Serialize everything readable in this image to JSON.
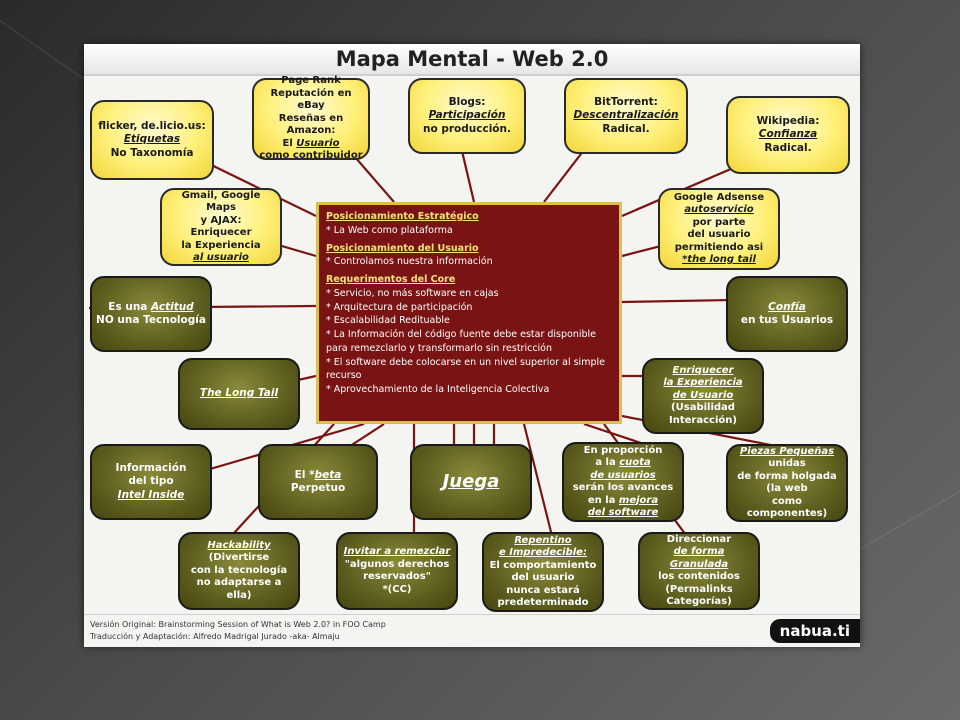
{
  "title": "Mapa Mental - Web 2.0",
  "center": {
    "sections": [
      {
        "heading": "Posicionamiento Estratégico",
        "items": [
          "* La Web como plataforma"
        ]
      },
      {
        "heading": "Posicionamiento del Usuario",
        "items": [
          "* Controlamos nuestra información"
        ]
      },
      {
        "heading": "Requerimentos del Core",
        "items": [
          "* Servicio, no más software en cajas",
          "* Arquitectura de participación",
          "* Escalabilidad Redituable",
          "* La Información del código fuente debe estar disponible para remezclarlo y transformarlo sin restricción",
          "* El software debe colocarse en un nivel superior al simple recurso",
          "* Aprovechamiento de la Inteligencia Colectiva"
        ]
      }
    ]
  },
  "nodes": {
    "flickr": {
      "t1": "flicker, de.licio.us:",
      "t2": "Etiquetas",
      "t3": "No Taxonomía"
    },
    "pagerank": {
      "t1": "Page Rank",
      "t2": "Reputación en eBay",
      "t3": "Reseñas en Amazon:",
      "t4": "El",
      "t5": "Usuario",
      "t6": "como contribuidor"
    },
    "blogs": {
      "t1": "Blogs:",
      "t2": "Participación",
      "t3": "no producción."
    },
    "bittorrent": {
      "t1": "BitTorrent:",
      "t2": "Descentralización",
      "t3": "Radical."
    },
    "wikipedia": {
      "t1": "Wikipedia:",
      "t2": "Confianza",
      "t3": "Radical."
    },
    "gmail": {
      "t1": "Gmail, Google Maps",
      "t2": "y AJAX:",
      "t3": "Enriquecer",
      "t4": "la Experiencia",
      "t5": "al usuario"
    },
    "adsense": {
      "t1": "Google Adsense",
      "t2": "autoservicio",
      "t3": "por parte",
      "t4": "del usuario",
      "t5": "permitiendo asi",
      "t6": "*the long tail"
    },
    "actitud": {
      "t1": "Es una",
      "t2": "Actitud",
      "t3": "NO una Tecnología"
    },
    "confia": {
      "t1": "Confía",
      "t2": "en tus Usuarios"
    },
    "longtail": {
      "t1": "The Long Tail"
    },
    "enriquecer": {
      "t1": "Enriquecer",
      "t2": "la Experiencia",
      "t3": "de Usuario",
      "t4": "(Usabilidad",
      "t5": "Interacción)"
    },
    "intel": {
      "t1": "Información",
      "t2": "del tipo",
      "t3": "Intel Inside"
    },
    "beta": {
      "t1": "El *",
      "t2": "beta",
      "t3": "Perpetuo"
    },
    "juega": {
      "t1": "Juega"
    },
    "cuota": {
      "t1": "En proporción",
      "t2": "a la",
      "t3": "cuota",
      "t4": "de usuarios",
      "t5": "serán los avances",
      "t6": "en la",
      "t7": "mejora",
      "t8": "del software"
    },
    "piezas": {
      "t1": "Piezas Pequeñas",
      "t2": "unidas",
      "t3": "de forma holgada",
      "t4": "(la web",
      "t5": "como componentes)"
    },
    "hack": {
      "t1": "Hackability",
      "t2": "(Divertirse",
      "t3": "con la tecnología",
      "t4": "no adaptarse a ella)"
    },
    "invitar": {
      "t1": "Invitar a remezclar",
      "t2": "\"algunos derechos",
      "t3": "reservados\"",
      "t4": "*(CC)"
    },
    "repentino": {
      "t1": "Repentino",
      "t2": "e Impredecible:",
      "t3": "El comportamiento",
      "t4": "del usuario",
      "t5": "nunca estará",
      "t6": "predeterminado"
    },
    "direccionar": {
      "t1": "Direccionar",
      "t2": "de forma Granulada",
      "t3": "los contenidos",
      "t4": "(Permalinks",
      "t5": "Categorías)"
    }
  },
  "footer": {
    "line1": "Versión Original: Brainstorming Session of What is Web 2.0? in FOO Camp",
    "line2": "Traducción y Adaptación: Alfredo Madrigal Jurado -aka- Almaju",
    "brand": "nabua.ti"
  },
  "colors": {
    "center_bg": "#7a1414",
    "yellow_node": "#fff07a",
    "olive_node": "#5e5e20",
    "link": "#7a1414"
  }
}
